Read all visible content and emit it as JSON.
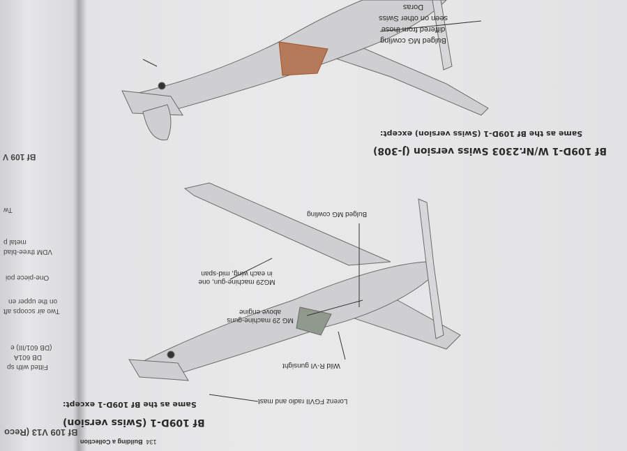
{
  "footer": {
    "page_number": "134",
    "section": "Building a Collection"
  },
  "lower": {
    "title": "Bf 109D-1 (Swiss version)",
    "subtitle": "Same as the Bf 109D-1 except:",
    "callouts": [
      "Lorenz FGVII radio and mast",
      "Wild R-VI gunsight",
      "MG 29 machine-guns above engine",
      "MG29 machine-gun, one in each wing, mid-span",
      "Bulged MG cowling"
    ]
  },
  "upper": {
    "title": "Bf 109D-1 W/Nr.2303 Swiss version (J-308)",
    "subtitle": "Same as the Bf 109D-1 (Swiss version) except:",
    "callouts": [
      "Bulged MG cowling differed from those seen on other Swiss Doras"
    ]
  },
  "left_page": [
    "Bf 109 V13 (Reco",
    "Fitted with sp",
    "DB 601A",
    "(DB 601/III) e",
    "Two air scoops aft",
    "on the upper en",
    "One-piece poi",
    "VDM three-blad",
    "metal p",
    "Tw",
    "Bf 109 V"
  ],
  "colors": {
    "paper": "#e6e6e8",
    "aircraft": "#cfcfd1",
    "frame": "#a4532b"
  }
}
